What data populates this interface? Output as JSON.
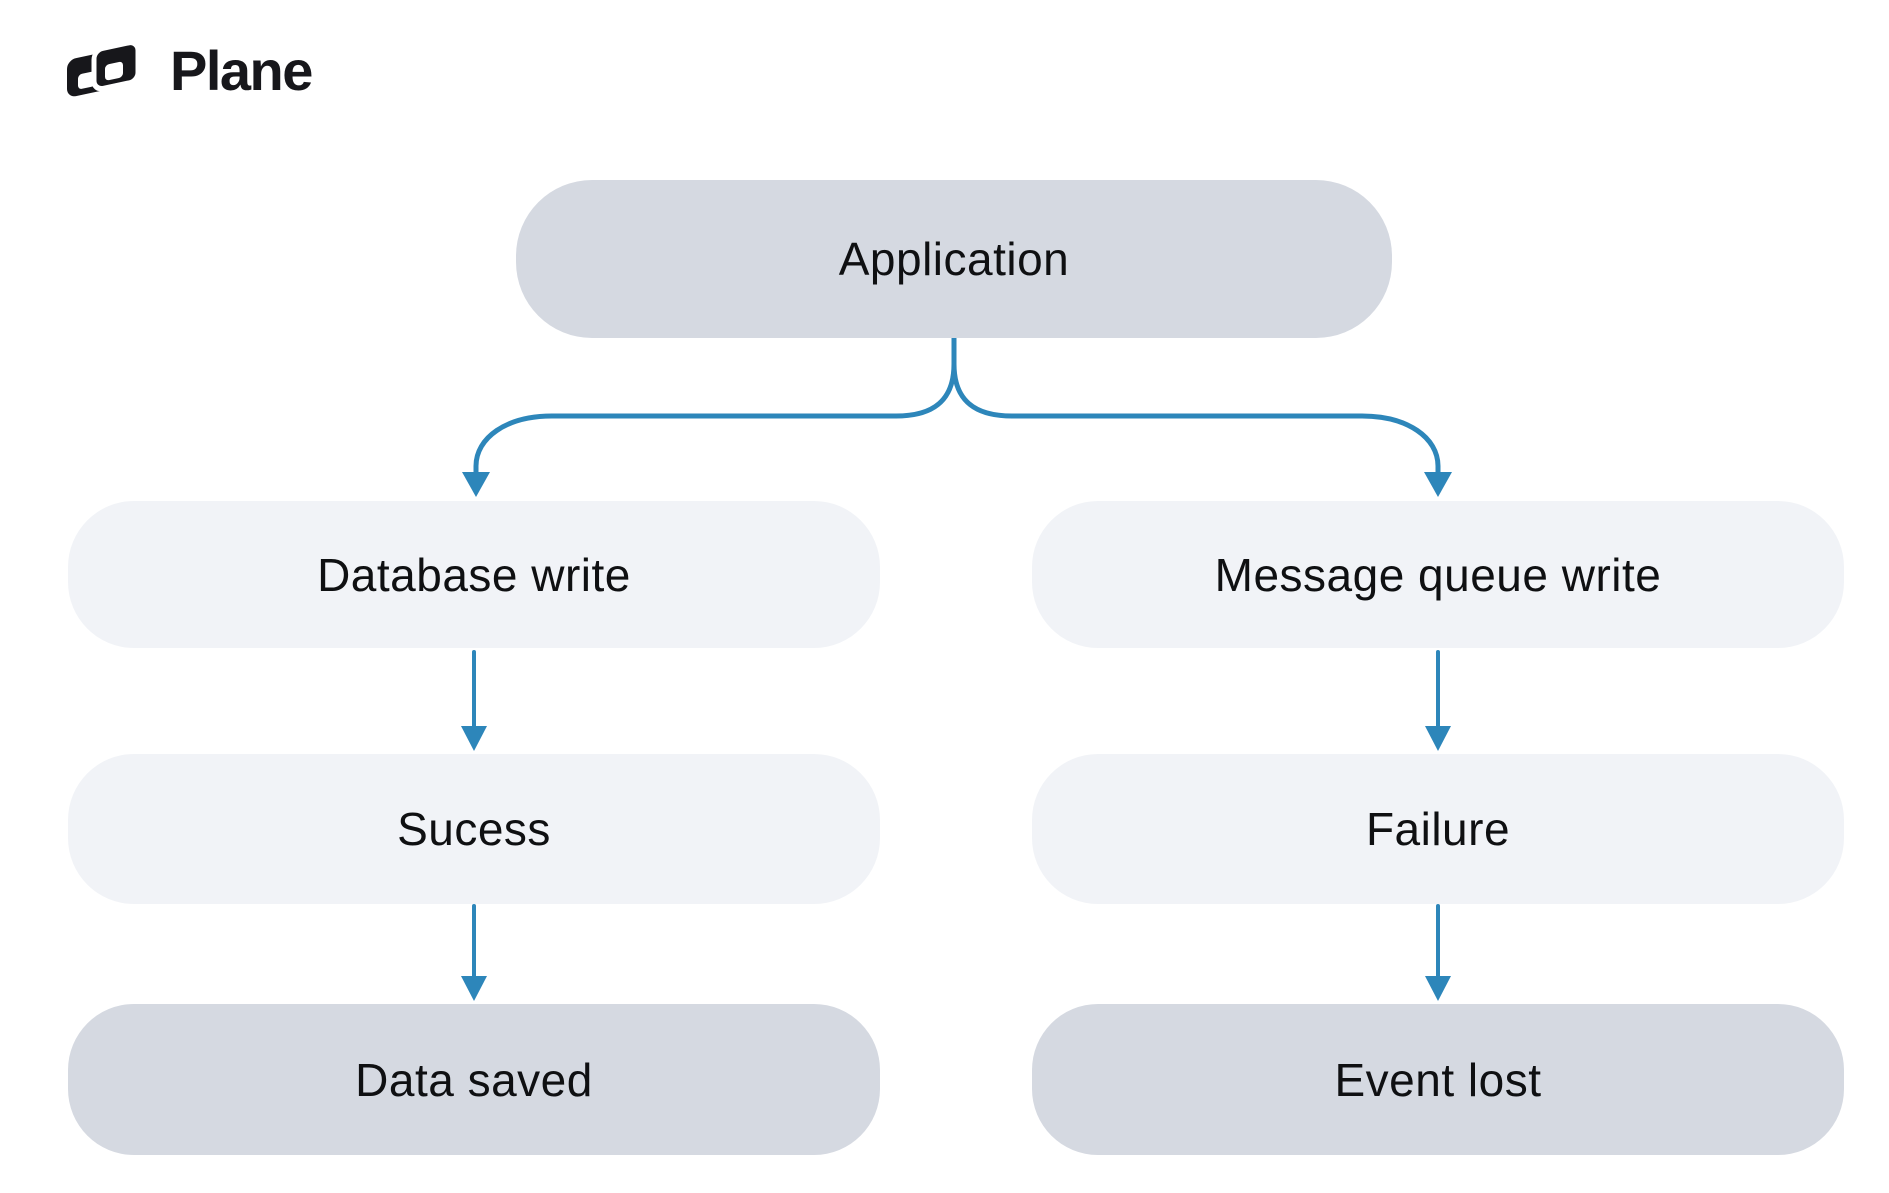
{
  "brand": {
    "name": "Plane",
    "logo_icon": "plane-panes-icon"
  },
  "colors": {
    "background": "#ffffff",
    "node_dark": "#d5d9e1",
    "node_light": "#f1f3f7",
    "arrow": "#2d86ba",
    "text": "#0f1012",
    "logo": "#17171b"
  },
  "diagram": {
    "type": "flowchart",
    "nodes": [
      {
        "id": "application",
        "label": "Application",
        "variant": "dark"
      },
      {
        "id": "database-write",
        "label": "Database write",
        "variant": "light"
      },
      {
        "id": "message-queue-write",
        "label": "Message queue write",
        "variant": "light"
      },
      {
        "id": "success",
        "label": "Sucess",
        "variant": "light"
      },
      {
        "id": "failure",
        "label": "Failure",
        "variant": "light"
      },
      {
        "id": "data-saved",
        "label": "Data saved",
        "variant": "dark"
      },
      {
        "id": "event-lost",
        "label": "Event lost",
        "variant": "dark"
      }
    ],
    "edges": [
      {
        "from": "application",
        "to": "database-write",
        "style": "curved-fork-left"
      },
      {
        "from": "application",
        "to": "message-queue-write",
        "style": "curved-fork-right"
      },
      {
        "from": "database-write",
        "to": "success",
        "style": "straight"
      },
      {
        "from": "message-queue-write",
        "to": "failure",
        "style": "straight"
      },
      {
        "from": "success",
        "to": "data-saved",
        "style": "straight"
      },
      {
        "from": "failure",
        "to": "event-lost",
        "style": "straight"
      }
    ]
  }
}
